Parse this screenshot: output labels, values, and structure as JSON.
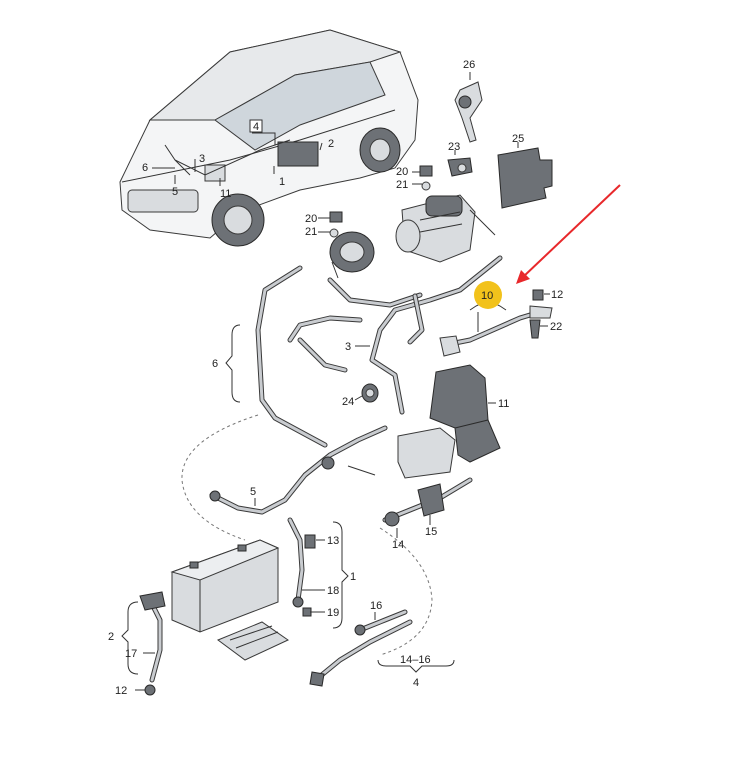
{
  "callouts": {
    "car": [
      "4",
      "2",
      "6",
      "3",
      "5",
      "1",
      "11"
    ],
    "n26": "26",
    "n23": "23",
    "n25": "25",
    "n20a": "20",
    "n21a": "21",
    "n20b": "20",
    "n21b": "21",
    "n10": "10",
    "n12a": "12",
    "n22": "22",
    "n6": "6",
    "n3": "3",
    "n24": "24",
    "n11": "11",
    "n5": "5",
    "n13": "13",
    "n1": "1",
    "n18": "18",
    "n19": "19",
    "n14": "14",
    "n15": "15",
    "n16": "16",
    "n2": "2",
    "n17": "17",
    "n12b": "12",
    "n1416": "14–16",
    "n4": "4"
  },
  "colors": {
    "highlight": "#f2c21b",
    "arrow": "#e8282b"
  }
}
